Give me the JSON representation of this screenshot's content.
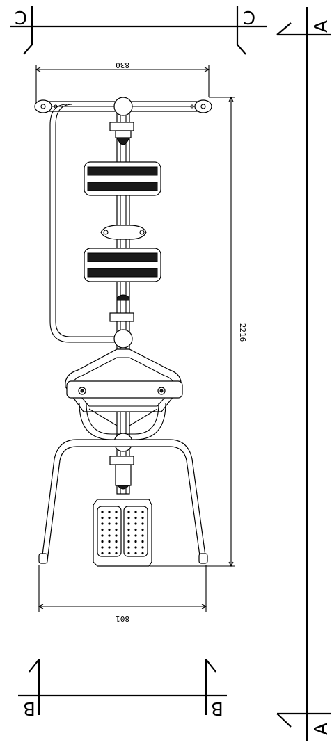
{
  "drawing": {
    "section_labels": {
      "a_top": "A",
      "a_bottom": "A",
      "b_left": "B",
      "b_right": "B",
      "c_left": "C",
      "c_right": "C"
    },
    "dimensions": {
      "top_width": "830",
      "bottom_width": "801",
      "height": "2216"
    }
  }
}
